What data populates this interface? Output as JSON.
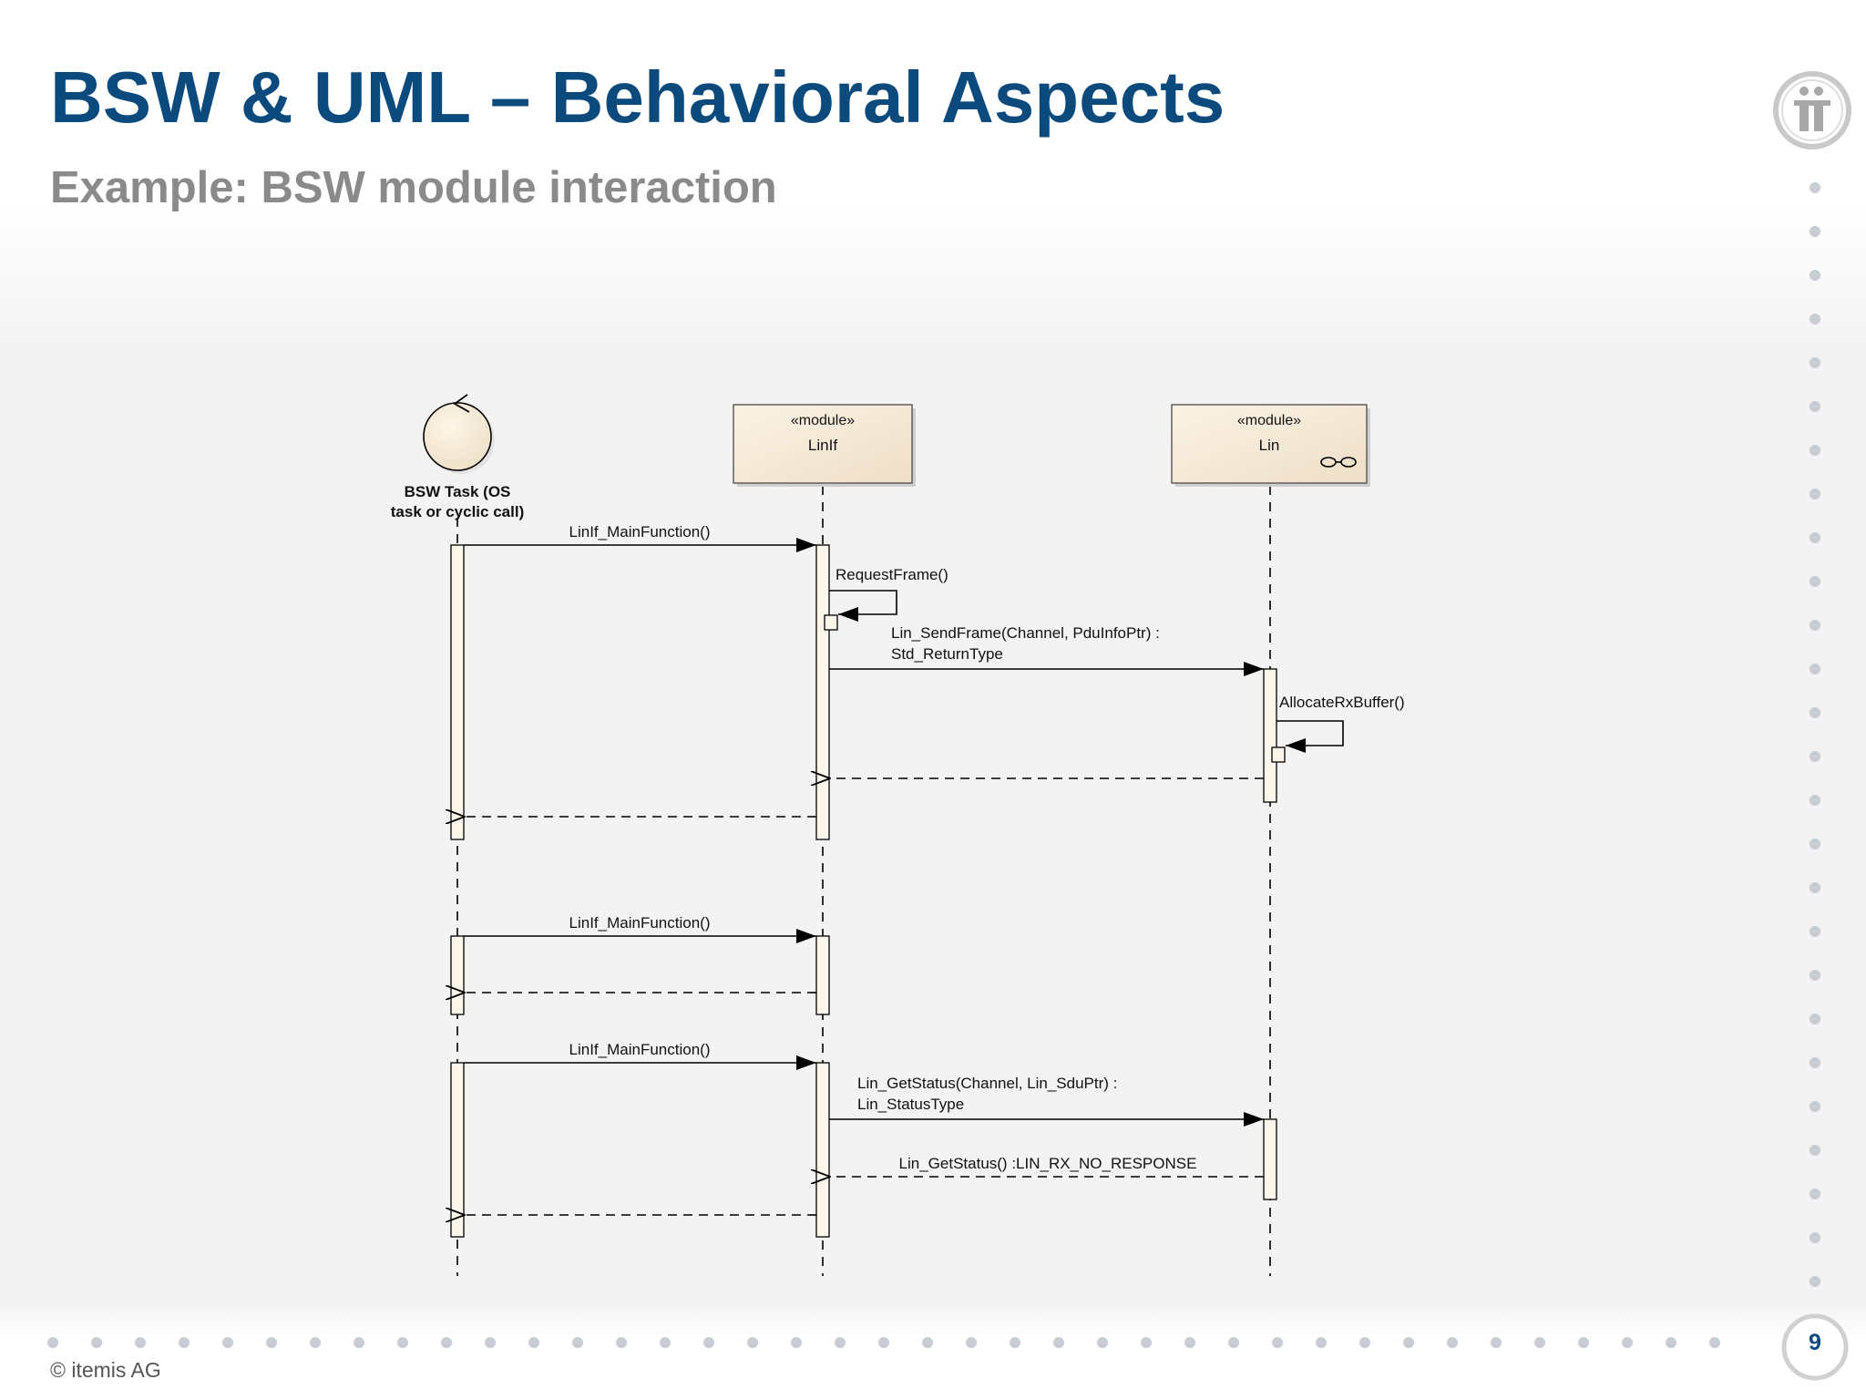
{
  "slide": {
    "title": "BSW & UML – Behavioral Aspects",
    "subtitle": "Example: BSW module interaction",
    "footer": "© itemis AG",
    "page_number": "9",
    "logo_text": "i"
  },
  "colors": {
    "title": "#0b4a7d",
    "subtitle": "#8a8a8a",
    "dots": "#c8cdd3",
    "module_fill": "#f4e8d6",
    "activation_fill": "#fdf6ea"
  },
  "diagram": {
    "actor": {
      "label_line1": "BSW Task (OS",
      "label_line2": "task or cyclic call)",
      "icon": "control-icon"
    },
    "module_linif": {
      "stereotype": "«module»",
      "name": "LinIf"
    },
    "module_lin": {
      "stereotype": "«module»",
      "name": "Lin",
      "icon": "link-icon"
    },
    "messages": {
      "m1": "LinIf_MainFunction()",
      "m2": "RequestFrame()",
      "m3_line1": "Lin_SendFrame(Channel, PduInfoPtr) :",
      "m3_line2": "Std_ReturnType",
      "m4": "AllocateRxBuffer()",
      "m7": "LinIf_MainFunction()",
      "m9": "LinIf_MainFunction()",
      "m10_line1": "Lin_GetStatus(Channel, Lin_SduPtr) :",
      "m10_line2": "Lin_StatusType",
      "m11": "Lin_GetStatus() :LIN_RX_NO_RESPONSE"
    }
  }
}
